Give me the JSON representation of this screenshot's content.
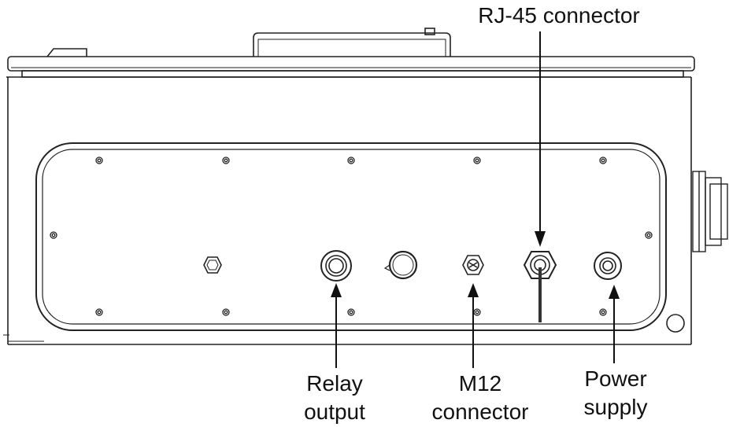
{
  "labels": {
    "rj45": "RJ-45 connector",
    "relay_line1": "Relay",
    "relay_line2": "output",
    "m12_line1": "M12",
    "m12_line2": "connector",
    "power_line1": "Power",
    "power_line2": "supply"
  },
  "colors": {
    "stroke": "#222222",
    "panel_stroke": "#555555",
    "background": "#ffffff"
  }
}
